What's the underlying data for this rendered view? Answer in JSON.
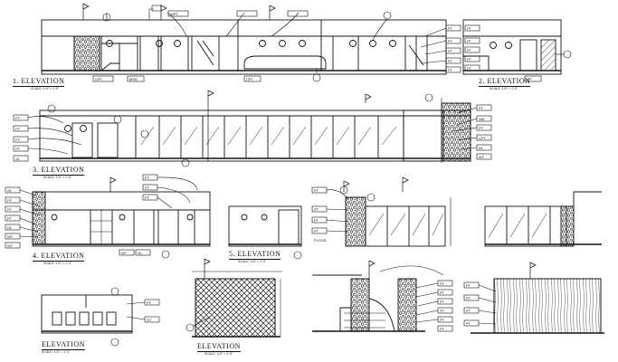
{
  "sheet": {
    "elevations": [
      {
        "id": "e1",
        "title": "1. ELEVATION",
        "scale": "SCALE: 1/4\" = 1'-0\""
      },
      {
        "id": "e2",
        "title": "2. ELEVATION",
        "scale": "SCALE: 1/4\" = 1'-0\""
      },
      {
        "id": "e3",
        "title": "3. ELEVATION",
        "scale": "SCALE: 1/4\" = 1'-0\""
      },
      {
        "id": "e4",
        "title": "4. ELEVATION",
        "scale": "SCALE: 1/4\" = 1'-0\""
      },
      {
        "id": "e5",
        "title": "5. ELEVATION",
        "scale": "SCALE: 1/4\" = 1'-0\""
      },
      {
        "id": "e6",
        "title": "ELEVATION",
        "scale": "SCALE: 1/4\" = 1'-0\""
      },
      {
        "id": "e7",
        "title": "ELEVATION",
        "scale": "SCALE: 1/4\" = 1'-0\""
      }
    ],
    "tags": {
      "e1": [
        "PT",
        "PT",
        "PT",
        "PT",
        "PT"
      ],
      "e2": [
        "PT",
        "PT",
        "PT",
        "PT",
        "PT",
        "PT"
      ],
      "e3_left": [
        "PT",
        "PT",
        "PT",
        "PT",
        "GL"
      ],
      "e3_right": [
        "PT",
        "SW",
        "PT",
        "CPT",
        "GL",
        "WT"
      ],
      "e4_left": [
        "GL",
        "PT",
        "PT",
        "PT",
        "GL",
        "WT",
        "WT"
      ],
      "e4_top": [
        "PT",
        "PT",
        "PT"
      ],
      "e4_bottom": [
        "WT",
        "GL"
      ],
      "e5": [
        "PT",
        "PT",
        "PT",
        "PT"
      ],
      "e5_note": "FLOOR",
      "e6": [
        "PT",
        "GT"
      ],
      "e8": [
        "PT",
        "PT",
        "PT",
        "PT",
        "PT",
        "PT"
      ],
      "e9": [
        "PT",
        "PT",
        "PT",
        "PT"
      ],
      "small_labels": [
        "CPT",
        "MSG",
        "CPT",
        "WPT"
      ]
    }
  }
}
